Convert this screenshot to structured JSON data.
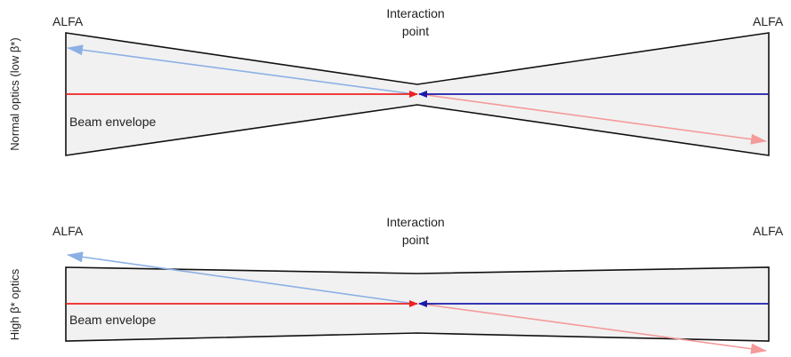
{
  "colors": {
    "beam_red": "#ee2222",
    "beam_blue": "#1a1aaa",
    "scatter_light_blue": "#8cb0e4",
    "scatter_light_red": "#f59a9a",
    "envelope_fill": "#f1f1f1",
    "outline": "#111111"
  },
  "panels": [
    {
      "side_label": "Normal optics (low β*)",
      "detector_left": "ALFA",
      "detector_right": "ALFA",
      "ip_label_line1": "Interaction",
      "ip_label_line2": "point",
      "envelope_label": "Beam envelope"
    },
    {
      "side_label": "High β* optics",
      "detector_left": "ALFA",
      "detector_right": "ALFA",
      "ip_label_line1": "Interaction",
      "ip_label_line2": "point",
      "envelope_label": "Beam envelope"
    }
  ]
}
